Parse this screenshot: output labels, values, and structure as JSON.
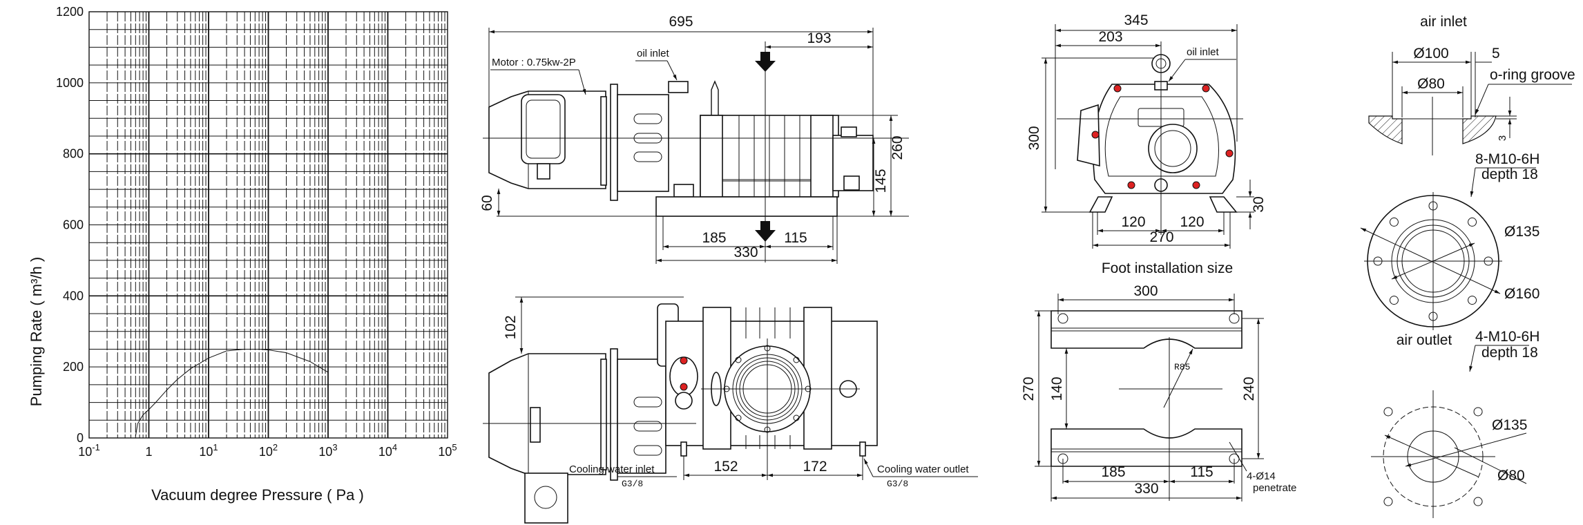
{
  "chart_data": {
    "type": "line",
    "title": "",
    "xlabel": "Vacuum degree Pressure ( Pa )",
    "ylabel": "Pumping Rate ( m³/h )",
    "xscale": "log",
    "xlim": [
      0.1,
      100000
    ],
    "ylim": [
      0,
      1200
    ],
    "grid": true,
    "x_ticks": [
      {
        "value": 0.1,
        "base": "10",
        "exp": "-1"
      },
      {
        "value": 1,
        "base": "1",
        "exp": ""
      },
      {
        "value": 10,
        "base": "10",
        "exp": "1"
      },
      {
        "value": 100,
        "base": "10",
        "exp": "2"
      },
      {
        "value": 1000,
        "base": "10",
        "exp": "3"
      },
      {
        "value": 10000,
        "base": "10",
        "exp": "4"
      },
      {
        "value": 100000,
        "base": "10",
        "exp": "5"
      }
    ],
    "y_ticks": [
      "0",
      "200",
      "400",
      "600",
      "800",
      "1000",
      "1200"
    ],
    "series": [
      {
        "name": "pumping-rate",
        "x": [
          0.6,
          0.65,
          0.8,
          1,
          1.3,
          2,
          3,
          5,
          10,
          20,
          40,
          70,
          100,
          200,
          500,
          1000
        ],
        "y": [
          5,
          40,
          65,
          80,
          100,
          135,
          165,
          195,
          225,
          245,
          250,
          250,
          248,
          240,
          215,
          185
        ]
      }
    ]
  },
  "side_view": {
    "dim_overall": "695",
    "dim_193": "193",
    "motor_label": "Motor : 0.75kw-2P",
    "oil_inlet": "oil inlet",
    "dim_260": "260",
    "dim_145": "145",
    "dim_60": "60",
    "dim_185": "185",
    "dim_115": "115",
    "dim_330": "330"
  },
  "top_view": {
    "dim_102": "102",
    "dim_152": "152",
    "dim_172": "172",
    "cooling_inlet": "Cooling water inlet",
    "cooling_inlet_thread": "G3/8",
    "cooling_outlet": "Cooling water outlet",
    "cooling_outlet_thread": "G3/8"
  },
  "front_view": {
    "dim_345": "345",
    "dim_203": "203",
    "dim_300": "300",
    "oil_inlet": "oil inlet",
    "dim_30": "30",
    "dim_120_left": "120",
    "dim_120_right": "120",
    "dim_270": "270"
  },
  "foot": {
    "title": "Foot installation size",
    "dim_300": "300",
    "dim_270": "270",
    "dim_140": "140",
    "dim_240": "240",
    "radius": "R85",
    "dim_185": "185",
    "dim_115": "115",
    "dim_330": "330",
    "hole_note": "4-Ø14",
    "hole_note2": "penetrate"
  },
  "air_inlet": {
    "title": "air inlet",
    "dia_100": "Ø100",
    "dim_5": "5",
    "dia_80": "Ø80",
    "groove": "o-ring groove",
    "dim_3": "3",
    "thread": "8-M10-6H",
    "depth": "depth 18",
    "dia_135": "Ø135",
    "dia_160": "Ø160"
  },
  "air_outlet": {
    "title": "air outlet",
    "thread": "4-M10-6H",
    "depth": "depth 18",
    "dia_135": "Ø135",
    "dia_80": "Ø80"
  }
}
